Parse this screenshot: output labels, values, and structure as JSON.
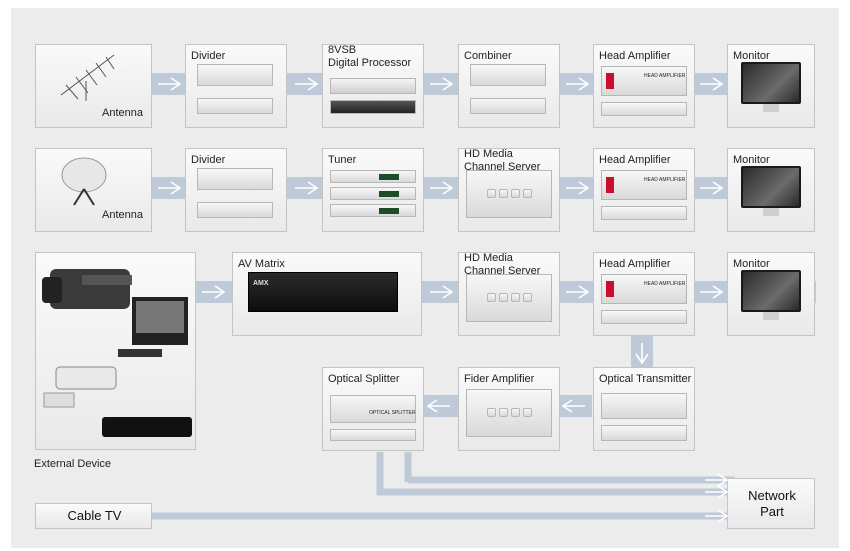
{
  "rows": [
    {
      "input": {
        "label": "Antenna",
        "icon": "yagi-antenna-icon"
      },
      "stages": [
        "Divider",
        "8VSB\nDigital Processor",
        "Combiner",
        "Head Amplifier",
        "Monitor"
      ]
    },
    {
      "input": {
        "label": "Antenna",
        "icon": "satellite-dish-icon"
      },
      "stages": [
        "Divider",
        "Tuner",
        "HD Media\nChannel Server",
        "Head Amplifier",
        "Monitor"
      ]
    },
    {
      "stages": [
        "AV Matrix",
        "HD Media\nChannel Server",
        "Head Amplifier",
        "Monitor"
      ]
    }
  ],
  "external_device": {
    "label": "External Device",
    "icons": [
      "video-camera-icon",
      "computer-monitor-icon",
      "cctv-camera-icon",
      "media-player-icon"
    ]
  },
  "lower_row": [
    "Optical Splitter",
    "Fider Amplifier",
    "Optical Transmitter"
  ],
  "cable_tv": "Cable TV",
  "network_part": "Network\nPart",
  "device_text": {
    "amx": "AMX",
    "head_amp": "HEAD AMPLIFIER",
    "splitter": "OPTICAL SPLITTER"
  },
  "colors": {
    "band": "#bfcad8",
    "panel": "#ececec",
    "arrow": "#ffffff"
  }
}
